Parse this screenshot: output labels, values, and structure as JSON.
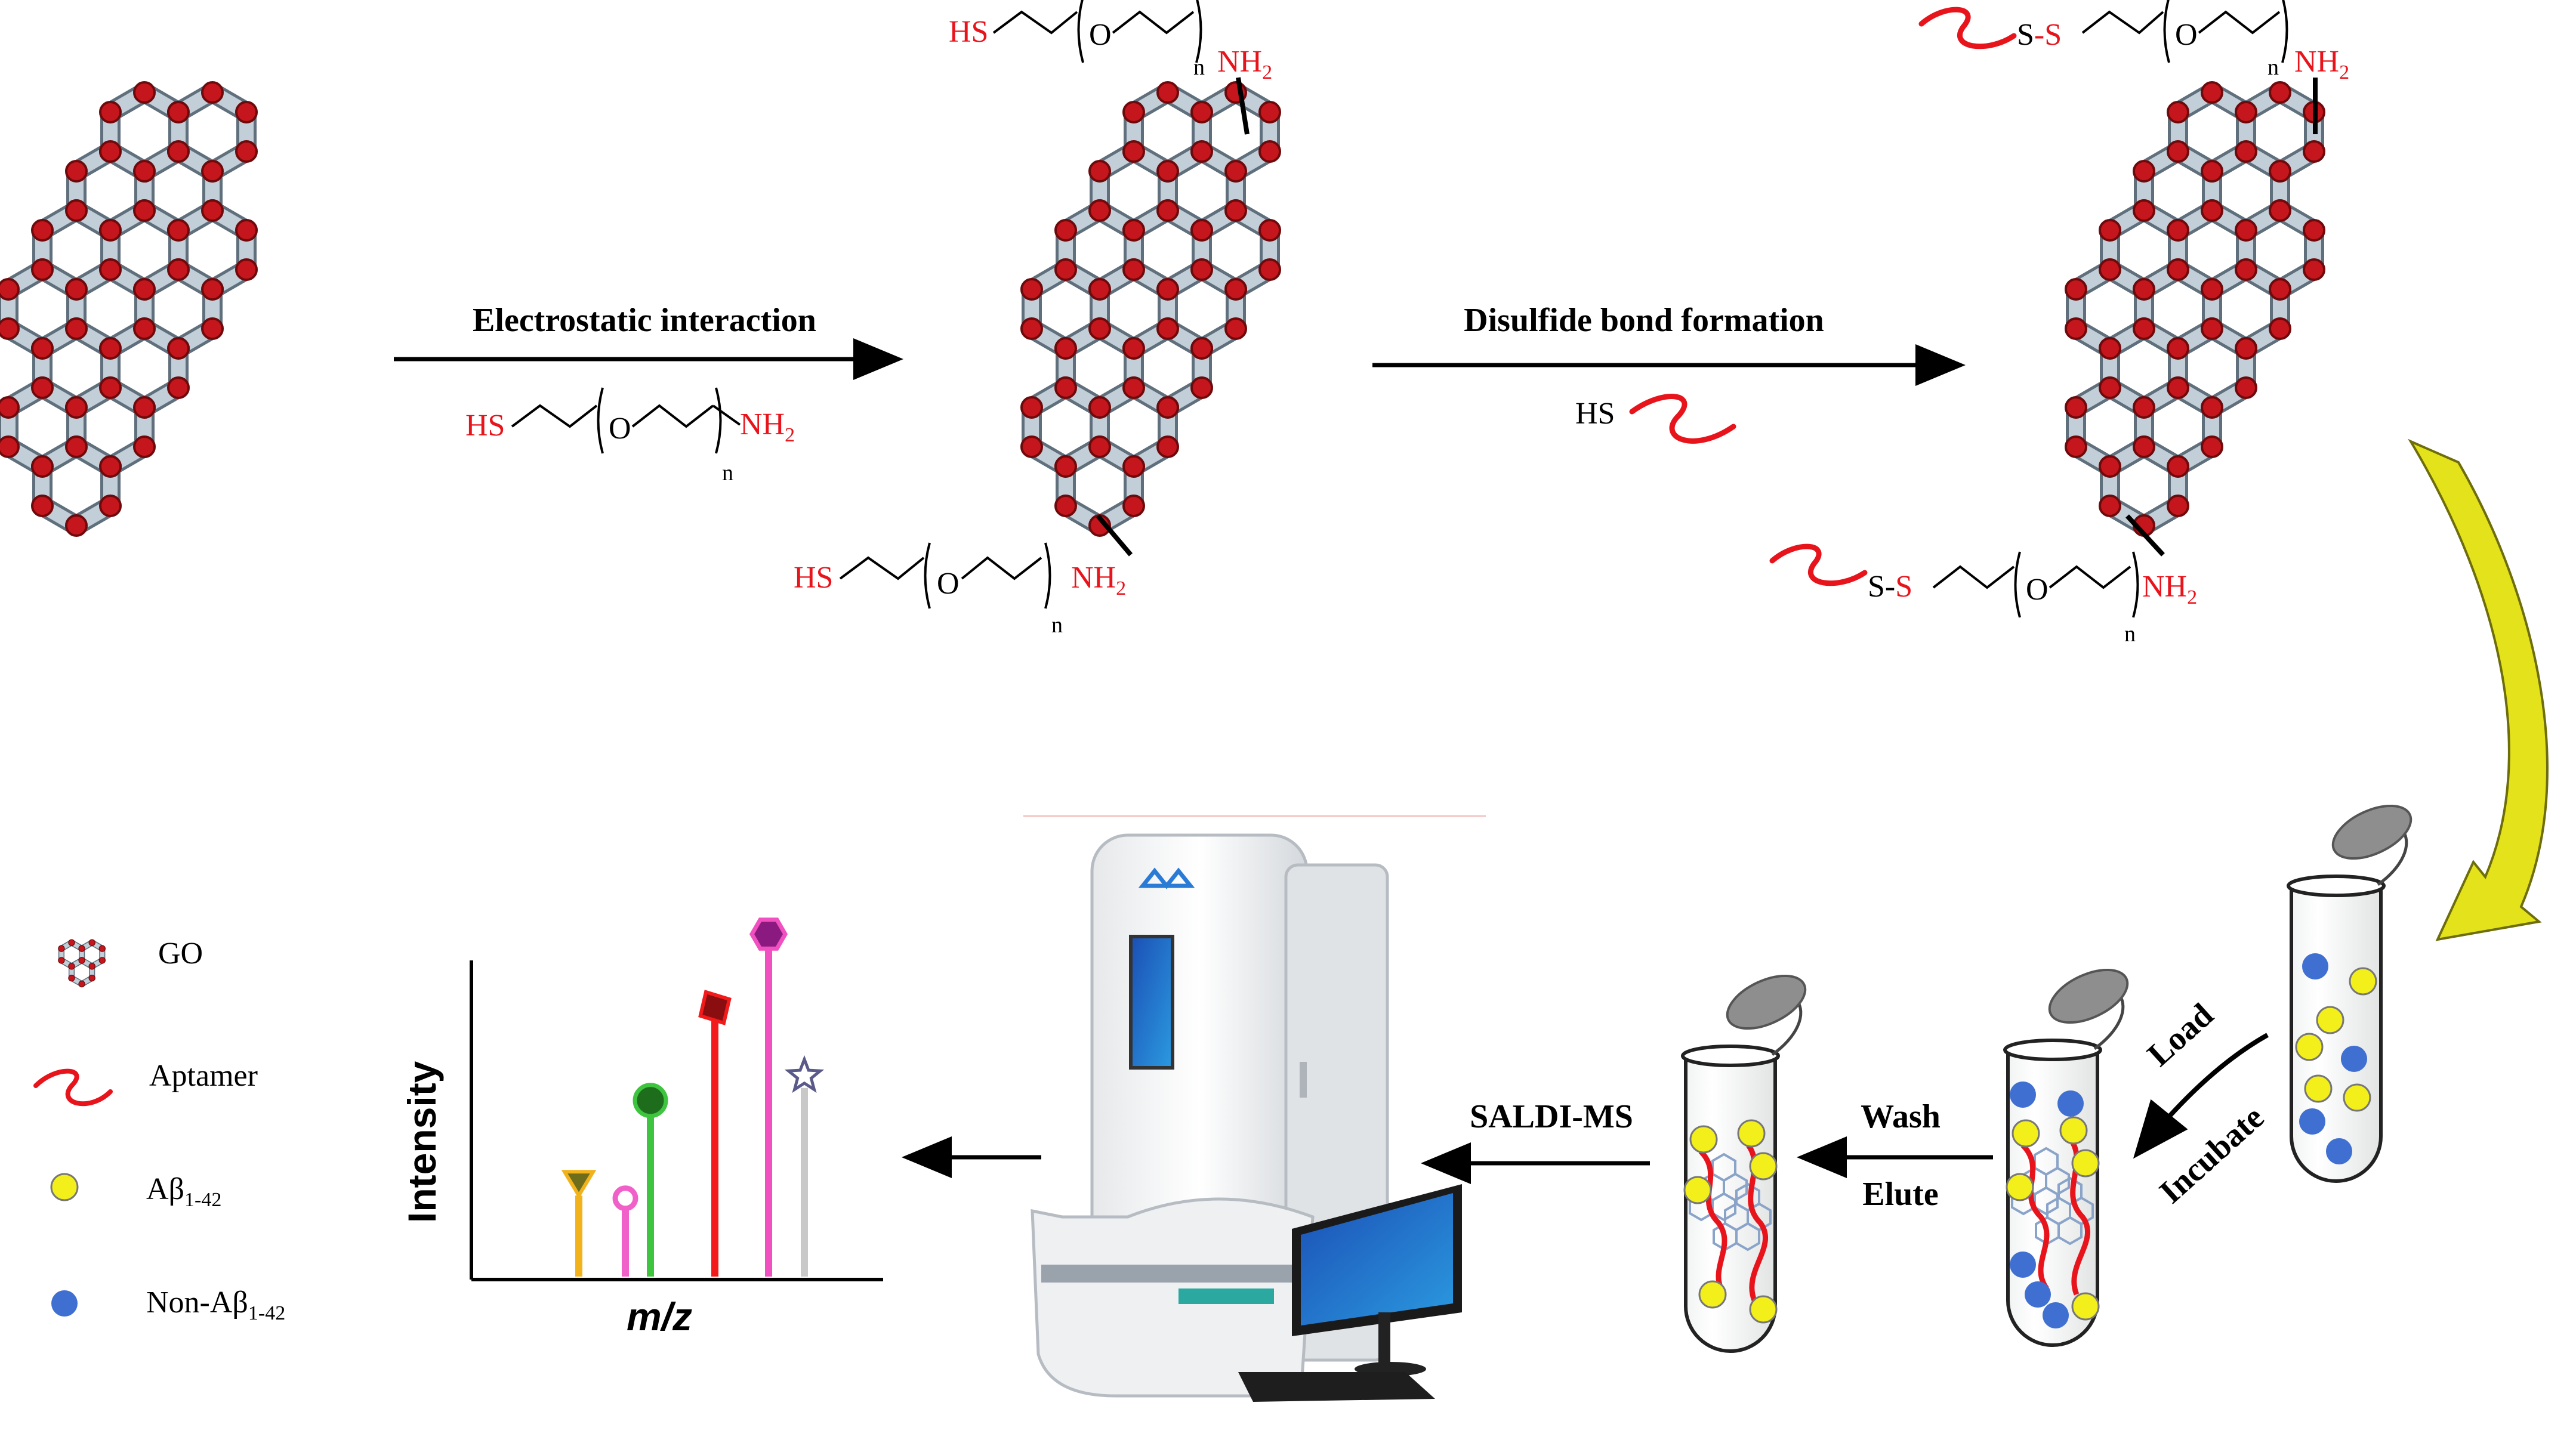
{
  "steps": {
    "step1_label": "Electrostatic interaction",
    "step2_label": "Disulfide bond formation",
    "wash": "Wash",
    "elute": "Elute",
    "load": "Load",
    "incubate": "Incubate",
    "saldi": "SALDI-MS"
  },
  "chem": {
    "hs": "HS",
    "o": "O",
    "nh2_main": "NH",
    "nh2_sub": "2",
    "n": "n",
    "ss_s1": "S",
    "ss_dash": "-",
    "ss_s2": "S"
  },
  "legend": {
    "go": "GO",
    "aptamer": "Aptamer",
    "abeta_main": "Aβ",
    "abeta_sub": "1-42",
    "nonabeta_main": "Non-Aβ",
    "nonabeta_sub": "1-42"
  },
  "spectrum": {
    "ylabel": "Intensity",
    "xlabel": "m/z",
    "peaks": [
      {
        "position": 0.3,
        "height": 0.38,
        "color": "#f2b21c",
        "marker": "triangle"
      },
      {
        "position": 0.43,
        "height": 0.32,
        "color": "#f060c8",
        "marker": "ring"
      },
      {
        "position": 0.5,
        "height": 0.72,
        "color": "#3fc43f",
        "marker": "octagon"
      },
      {
        "position": 0.68,
        "height": 1.1,
        "color": "#f21a1a",
        "marker": "diamond"
      },
      {
        "position": 0.83,
        "height": 1.4,
        "color": "#f050c0",
        "marker": "hexagon"
      },
      {
        "position": 0.93,
        "height": 0.82,
        "color": "#c8c8c8",
        "marker": "star"
      }
    ]
  },
  "colors": {
    "red": "#e8141c",
    "yellow_dot": "#f3ef1b",
    "blue_dot": "#3f6fd0",
    "go_bond": "#a9b8c4",
    "go_atom": "#c4161c",
    "arrow_yellow": "#e4e21a"
  }
}
